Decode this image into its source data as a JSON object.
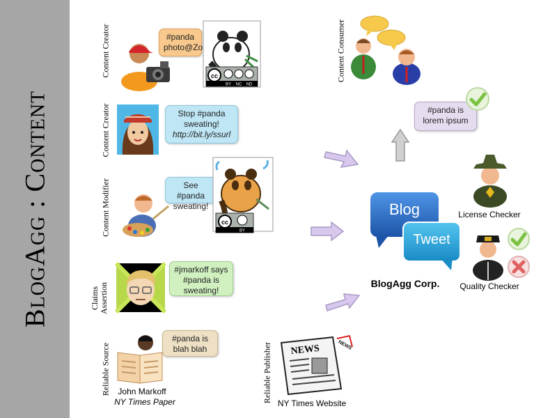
{
  "side_title": "BlogAgg : Content",
  "roles": {
    "creator1": "Content Creator",
    "creator2": "Content Creator",
    "modifier": "Content Modifier",
    "claims": "Claims\nAssertion",
    "reliable_source": "Reliable Source",
    "reliable_publisher": "Reliable Publisher",
    "consumer": "Content Consumer"
  },
  "bubbles": {
    "creator1": [
      "#panda",
      "photo@Zoo"
    ],
    "creator2": [
      "Stop #panda",
      "sweating!",
      "http://bit.ly/ssurl"
    ],
    "modifier": [
      "See #panda",
      "sweating!"
    ],
    "claims": [
      "#jmarkoff says",
      "#panda is",
      "sweating!"
    ],
    "source": [
      "#panda is",
      "blah blah"
    ],
    "consumer": [
      "#panda is",
      "lorem ipsum"
    ]
  },
  "captions": {
    "markoff_name": "John Markoff",
    "markoff_paper": "NY Times Paper",
    "nyt_website": "NY Times Website",
    "blogagg_corp": "BlogAgg Corp.",
    "license_checker": "License Checker",
    "quality_checker": "Quality Checker"
  },
  "logo": {
    "blog": "Blog",
    "tweet": "Tweet"
  },
  "cc_badges": {
    "nc_nd": [
      "BY",
      "NC",
      "ND"
    ],
    "by": [
      "BY"
    ]
  },
  "newspaper": {
    "masthead": "NEWS",
    "stamp": "NEWS"
  },
  "colors": {
    "sidebar": "#a6a6a6",
    "arrow_purple": "#d9c8ee",
    "arrow_gray": "#d0d0d0",
    "blog_blue": "#2e72c8",
    "tweet_blue": "#27a3d8",
    "check_green": "#7cc242",
    "cross_red": "#e06060"
  }
}
